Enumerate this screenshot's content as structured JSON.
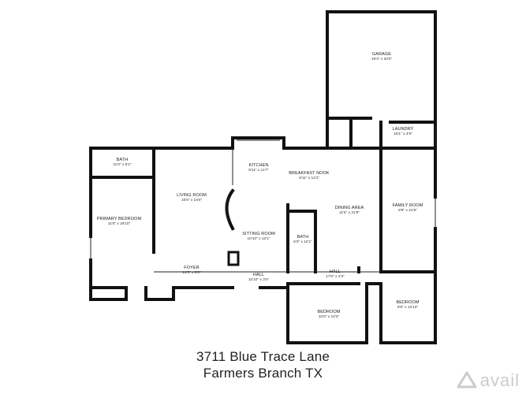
{
  "rooms": [
    {
      "name": "GARAGE",
      "dim": "19'3\" x 20'0\""
    },
    {
      "name": "LAUNDRY",
      "dim": "15'1\" x 4'9\""
    },
    {
      "name": "BATH",
      "dim": "11'0\" x 5'2\""
    },
    {
      "name": "KITCHEN",
      "dim": "8'11\" x 11'7\""
    },
    {
      "name": "BREAKFAST NOOK",
      "dim": "8'11\" x 11'3\""
    },
    {
      "name": "LIVING ROOM",
      "dim": "15'6\" x 15'0\""
    },
    {
      "name": "PRIMARY BEDROOM",
      "dim": "11'0\" x 18'10\""
    },
    {
      "name": "DINING AREA",
      "dim": "11'5\" x 21'9\""
    },
    {
      "name": "FAMILY ROOM",
      "dim": "9'8\" x 21'9\""
    },
    {
      "name": "SITTING ROOM",
      "dim": "10'10\" x 12'1\""
    },
    {
      "name": "BATH",
      "dim": "5'3\" x 10'1\""
    },
    {
      "name": "FOYER",
      "dim": "14'3\" x 6'0\""
    },
    {
      "name": "HALL",
      "dim": "10'10\" x 3'4\""
    },
    {
      "name": "HALL",
      "dim": "17'0\" x 3'3\""
    },
    {
      "name": "BEDROOM",
      "dim": "10'0\" x 10'3\""
    },
    {
      "name": "BEDROOM",
      "dim": "9'8\" x 13'10\""
    }
  ],
  "caption": {
    "address": "3711 Blue Trace Lane",
    "city": "Farmers Branch TX"
  },
  "watermark": {
    "text": "avail",
    "icon": "avail-logo-icon"
  }
}
